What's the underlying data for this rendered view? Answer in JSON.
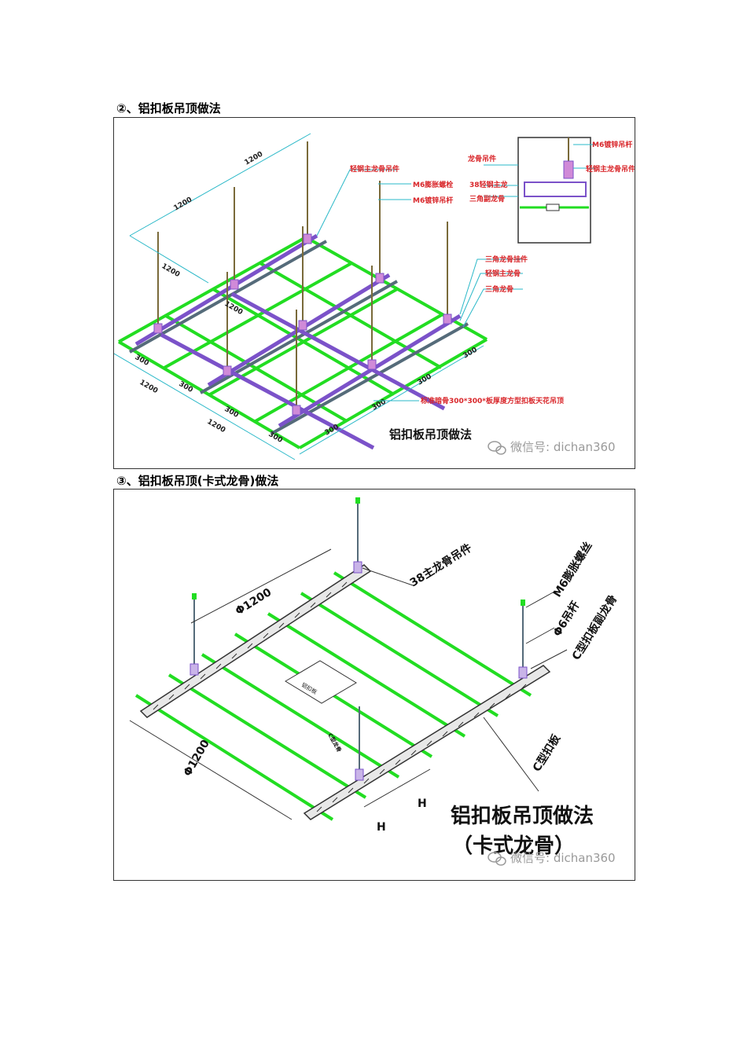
{
  "section2": {
    "heading": "②、铝扣板吊顶做法",
    "title": "铝扣板吊顶做法",
    "watermark": "微信号: dichan360",
    "labels": {
      "main_hanger": "轻钢主龙骨吊件",
      "expansion_bolt": "M6膨胀螺栓",
      "galv_rod": "M6镀锌吊杆",
      "triangle_hanger": "三角龙骨挂件",
      "main_keel": "轻钢主龙骨",
      "triangle_keel": "三角龙骨",
      "panel_note": "标准暗骨300*300*板厚度方型扣板天花吊顶"
    },
    "inset_labels": {
      "keel_hanger": "龙骨吊件",
      "main_38": "38轻钢主龙",
      "tri_sub": "三角副龙骨",
      "rod": "M6镀锌吊杆",
      "main_hanger2": "轻钢主龙骨吊件"
    },
    "dims": {
      "d1200": "1200",
      "d300": "300"
    },
    "colors": {
      "green": "#22dd22",
      "purple": "#7b52c9",
      "rod": "#7a6a3a",
      "label": "#d9262a",
      "leader": "#2ab8c8"
    }
  },
  "section3": {
    "heading": "③、铝扣板吊顶(卡式龙骨)做法",
    "title_line1": "铝扣板吊顶做法",
    "title_line2": "（卡式龙骨）",
    "watermark": "微信号: dichan360",
    "labels": {
      "main_hanger38": "38主龙骨吊件",
      "bolt": "M6膨胀螺丝",
      "rod": "Φ6吊杆",
      "c_sub": "C型扣板副龙骨",
      "c_panel": "C型扣板",
      "panel": "铝扣板",
      "c_keel": "C型龙骨",
      "dim1200": "Φ1200",
      "h": "H"
    }
  }
}
